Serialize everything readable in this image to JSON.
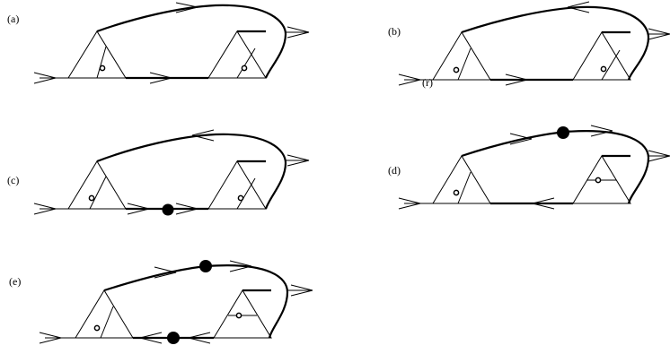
{
  "panels": [
    {
      "label": "(a)",
      "extra_label": ""
    },
    {
      "label": "(b)",
      "extra_label": "(r)"
    },
    {
      "label": "(c)",
      "extra_label": ""
    },
    {
      "label": "(d)",
      "extra_label": ""
    },
    {
      "label": "(e)",
      "extra_label": ""
    }
  ],
  "colors": {
    "ink": "#000000",
    "background": "#ffffff"
  }
}
